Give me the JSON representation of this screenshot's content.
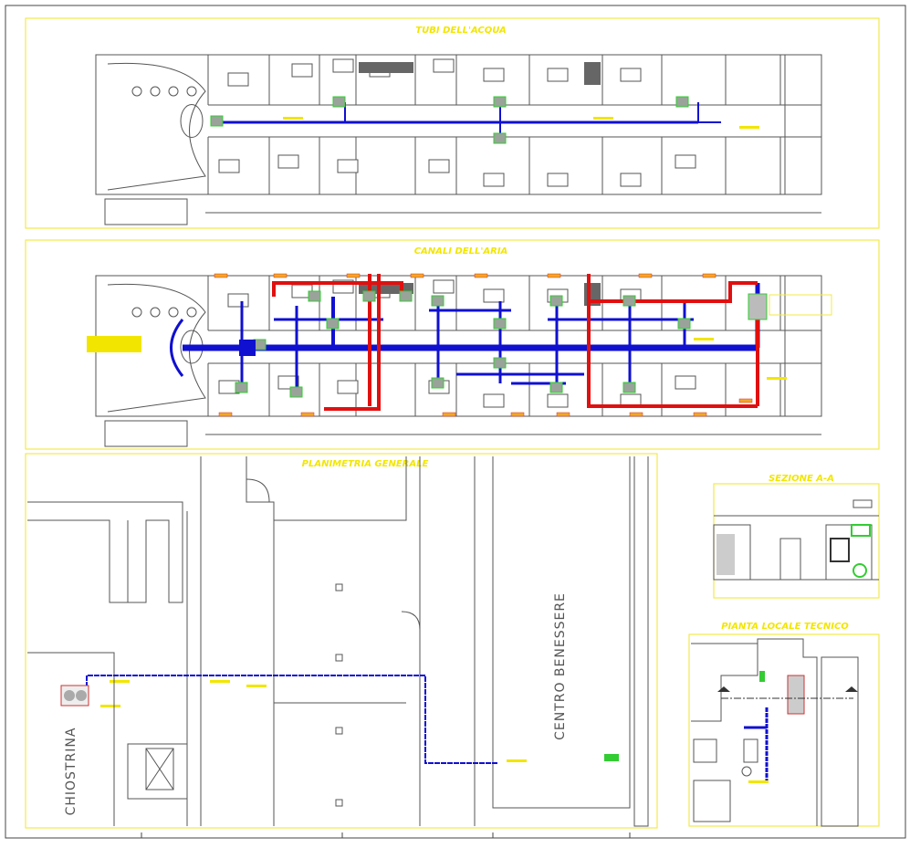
{
  "panels": {
    "water": {
      "title": "TUBI DELL'ACQUA"
    },
    "air": {
      "title": "CANALI DELL'ARIA"
    },
    "general": {
      "title": "PLANIMETRIA GENERALE",
      "label_wellness": "CENTRO BENESSERE",
      "label_courtyard": "CHIOSTRINA"
    },
    "section": {
      "title": "SEZIONE A-A"
    },
    "technical": {
      "title": "PIANTA LOCALE TECNICO"
    }
  },
  "colors": {
    "frame": "#f2ea4a",
    "water_pipe": "#1010d0",
    "air_supply": "#1010d0",
    "air_return": "#e01010",
    "unit": "#9aa39a",
    "wall": "#555555"
  }
}
